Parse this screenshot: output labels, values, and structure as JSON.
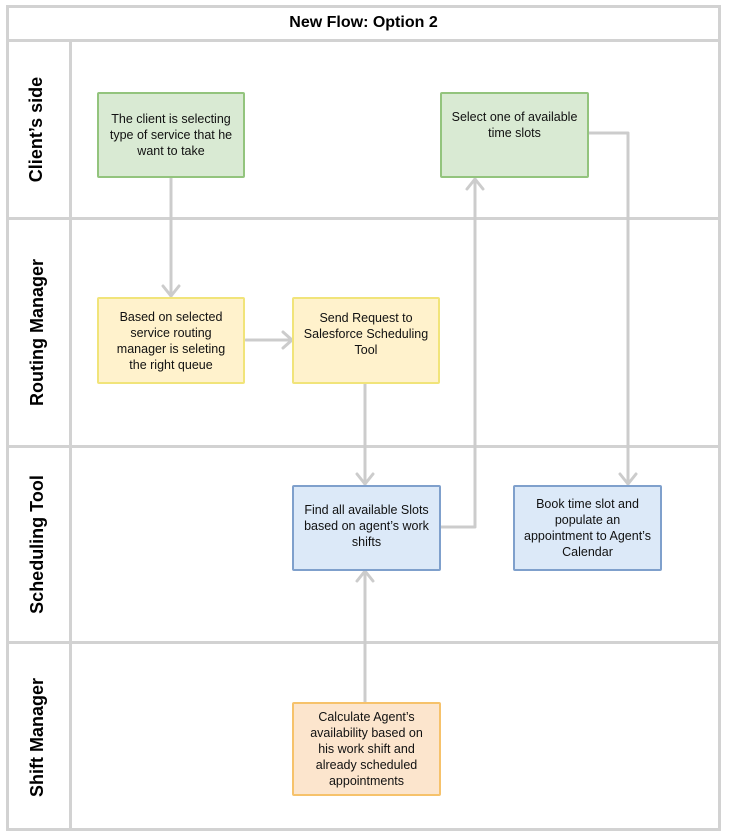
{
  "title": "New Flow: Option 2",
  "lanes": {
    "client": "Client’s side",
    "routing": "Routing Manager",
    "scheduling": "Scheduling Tool",
    "shift": "Shift Manager"
  },
  "boxes": {
    "client_select_service": "The client is selecting type of service that he want to take",
    "client_select_slot": "Select one of available time slots",
    "routing_queue": "Based on selected service routing manager is seleting the right queue",
    "routing_send_request": "Send Request to Salesforce Scheduling Tool",
    "scheduling_find_slots": "Find all available Slots based on agent’s work shifts",
    "scheduling_book_slot": "Book time slot and populate an appointment to Agent’s Calendar",
    "shift_calculate": "Calculate Agent’s availability based on his work shift and already scheduled appointments"
  },
  "colors": {
    "line": "#d2d2d2",
    "green_fill": "#d9ead3",
    "yellow_fill": "#fff2cc",
    "blue_fill": "#dce9f8",
    "orange_fill": "#fce5cd"
  }
}
